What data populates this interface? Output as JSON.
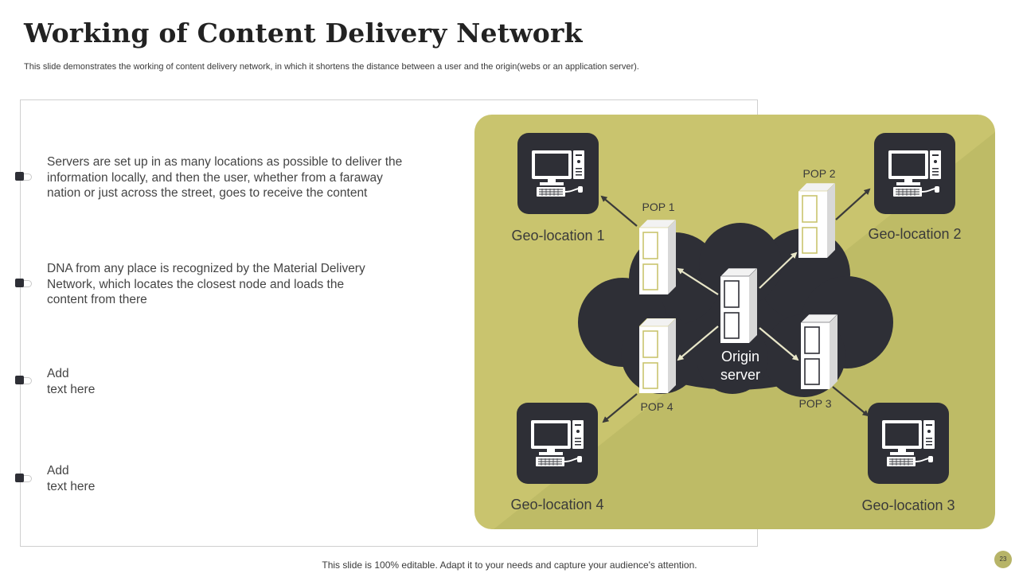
{
  "slide": {
    "title": "Working of Content Delivery Network",
    "subtitle": "This slide demonstrates the working of content delivery network, in which it shortens the distance between a user and the origin(webs or an application server).",
    "footer": "This slide is 100% editable. Adapt it to your needs and capture your audience's attention.",
    "page_number": "23"
  },
  "bullets": [
    {
      "lines": [
        "Servers are set up in as many locations as possible to deliver the",
        "information locally, and then the user, whether from a faraway",
        "nation or just across the street, goes to receive the content"
      ]
    },
    {
      "lines": [
        "DNA from any place is recognized by the Material Delivery",
        "Network, which locates the closest node and loads the",
        "content from there"
      ]
    },
    {
      "lines": [
        "Add",
        "text here"
      ]
    },
    {
      "lines": [
        "Add",
        "text here"
      ]
    }
  ],
  "diagram": {
    "origin": {
      "line1": "Origin",
      "line2": "server"
    },
    "pops": [
      "POP 1",
      "POP 2",
      "POP 3",
      "POP 4"
    ],
    "geo_locations": [
      "Geo-location 1",
      "Geo-location 2",
      "Geo-location 3",
      "Geo-location 4"
    ],
    "colors": {
      "background": "#c9c46e",
      "cloud": "#2e2f36",
      "node": "#2e2f36",
      "server": "#ffffff"
    },
    "icons": [
      "computer-icon",
      "server-icon",
      "cloud-shape",
      "arrow-icon"
    ]
  }
}
